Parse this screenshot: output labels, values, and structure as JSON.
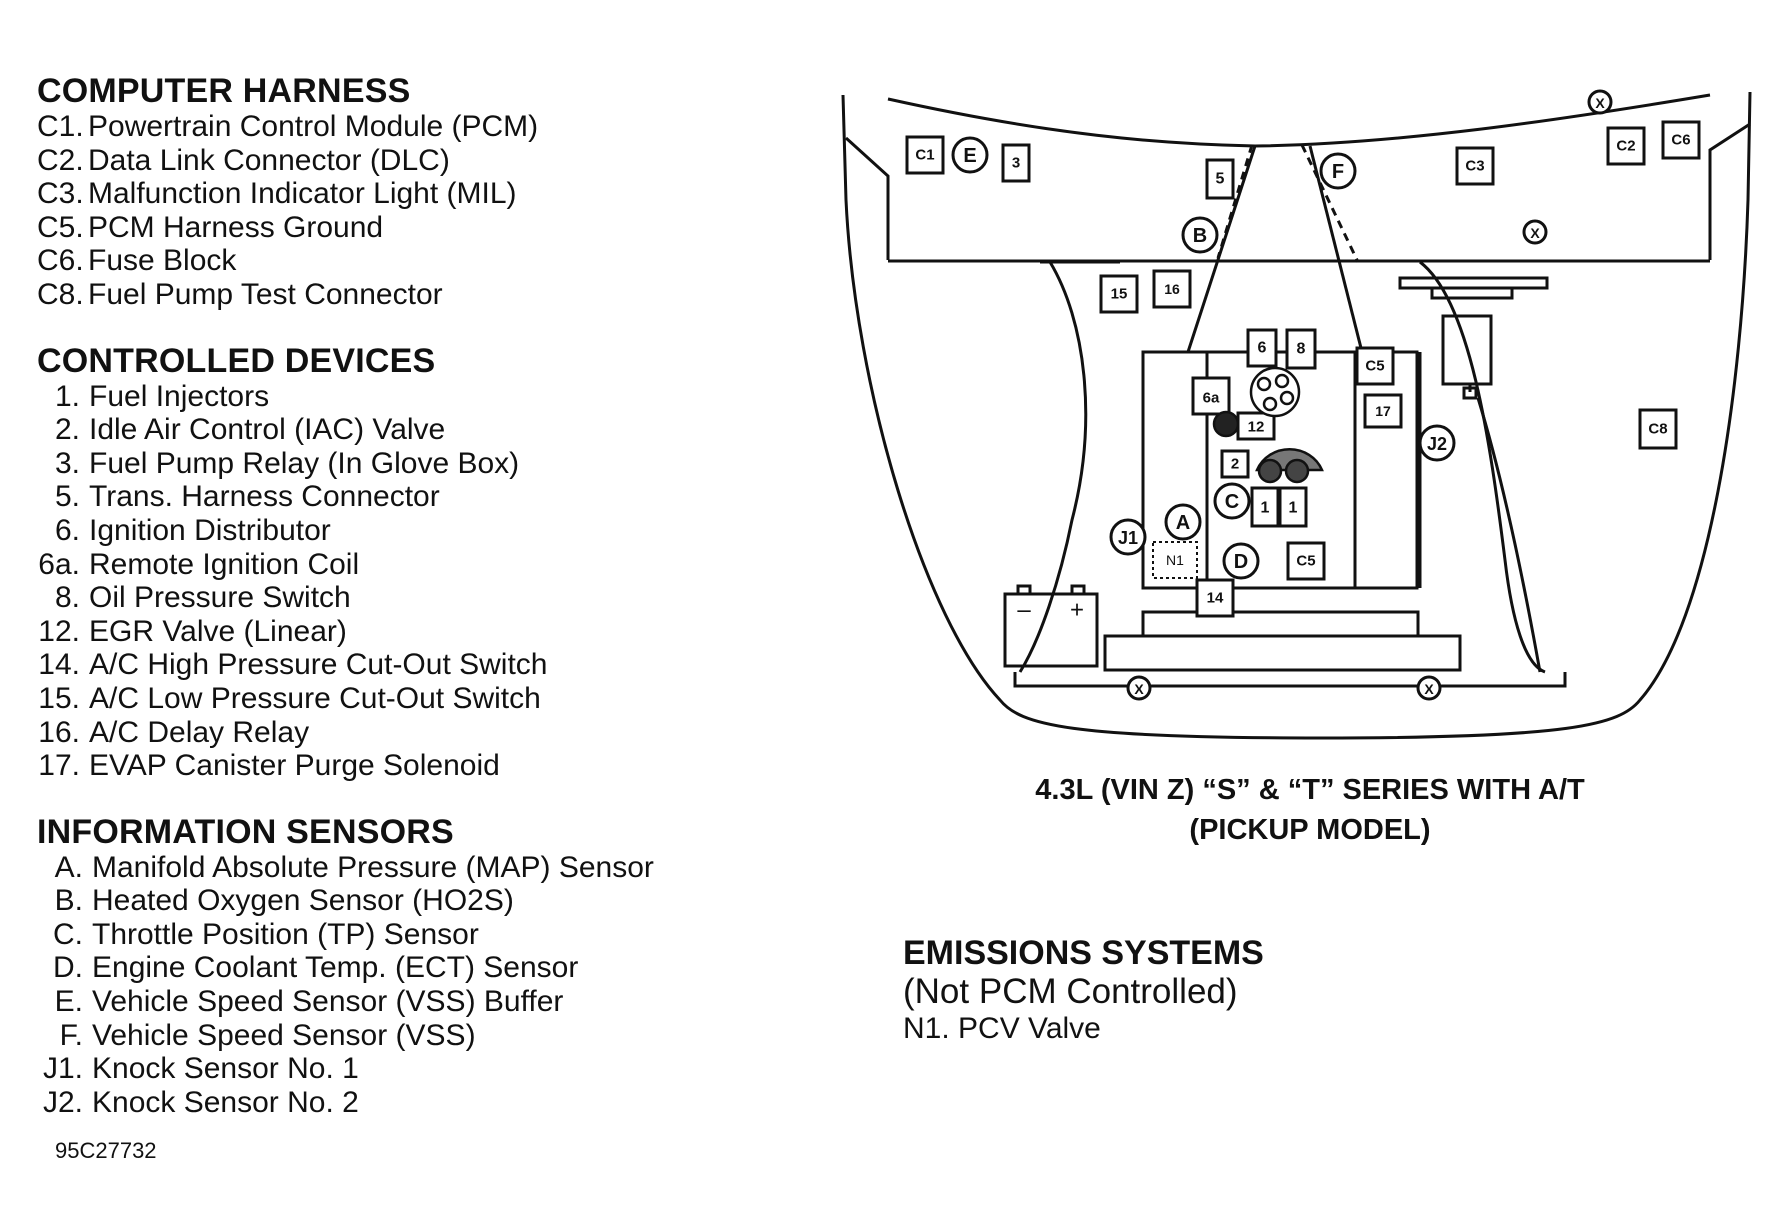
{
  "computer_harness": {
    "title": "COMPUTER HARNESS",
    "items": [
      {
        "code": "C1.",
        "text": "Powertrain Control Module (PCM)"
      },
      {
        "code": "C2.",
        "text": "Data Link Connector (DLC)"
      },
      {
        "code": "C3.",
        "text": "Malfunction Indicator Light (MIL)"
      },
      {
        "code": "C5.",
        "text": "PCM Harness Ground"
      },
      {
        "code": "C6.",
        "text": "Fuse Block"
      },
      {
        "code": "C8.",
        "text": "Fuel Pump Test Connector"
      }
    ]
  },
  "controlled_devices": {
    "title": "CONTROLLED DEVICES",
    "items": [
      {
        "code": "1.",
        "text": "Fuel Injectors"
      },
      {
        "code": "2.",
        "text": "Idle Air Control (IAC) Valve"
      },
      {
        "code": "3.",
        "text": "Fuel Pump Relay (In Glove Box)"
      },
      {
        "code": "5.",
        "text": "Trans. Harness Connector"
      },
      {
        "code": "6.",
        "text": "Ignition Distributor"
      },
      {
        "code": "6a.",
        "text": "Remote Ignition Coil"
      },
      {
        "code": "8.",
        "text": "Oil Pressure Switch"
      },
      {
        "code": "12.",
        "text": "EGR Valve (Linear)"
      },
      {
        "code": "14.",
        "text": "A/C High Pressure Cut-Out Switch"
      },
      {
        "code": "15.",
        "text": "A/C Low Pressure Cut-Out Switch"
      },
      {
        "code": "16.",
        "text": "A/C Delay Relay"
      },
      {
        "code": "17.",
        "text": "EVAP Canister Purge Solenoid"
      }
    ]
  },
  "information_sensors": {
    "title": "INFORMATION SENSORS",
    "items": [
      {
        "code": "A.",
        "text": "Manifold Absolute Pressure (MAP) Sensor"
      },
      {
        "code": "B.",
        "text": "Heated Oxygen Sensor (HO2S)"
      },
      {
        "code": "C.",
        "text": "Throttle Position (TP) Sensor"
      },
      {
        "code": "D.",
        "text": "Engine Coolant Temp. (ECT) Sensor"
      },
      {
        "code": "E.",
        "text": "Vehicle Speed Sensor (VSS) Buffer"
      },
      {
        "code": "F.",
        "text": "Vehicle Speed Sensor (VSS)"
      },
      {
        "code": "J1.",
        "text": "Knock Sensor No. 1"
      },
      {
        "code": "J2.",
        "text": "Knock Sensor No. 2"
      }
    ]
  },
  "figure_number": "95C27732",
  "caption": {
    "line1": "4.3L (VIN Z) “S” & “T” SERIES WITH A/T",
    "line2": "(PICKUP MODEL)"
  },
  "emissions": {
    "title": "EMISSIONS SYSTEMS",
    "subtitle": "(Not PCM Controlled)",
    "item": "N1. PCV Valve"
  },
  "diagram_labels": {
    "c1": "C1",
    "e": "E",
    "r3": "3",
    "r5": "5",
    "b": "B",
    "f": "F",
    "c3": "C3",
    "c2": "C2",
    "c6": "C6",
    "x": "X",
    "r15": "15",
    "r16": "16",
    "r6": "6",
    "r8": "8",
    "c5": "C5",
    "r6a": "6a",
    "r12": "12",
    "r17": "17",
    "j2": "J2",
    "c8": "C8",
    "r2": "2",
    "c": "C",
    "r1": "1",
    "a": "A",
    "j1": "J1",
    "n1": "N1",
    "d": "D",
    "r14": "14",
    "minus": "–",
    "plus": "+"
  }
}
